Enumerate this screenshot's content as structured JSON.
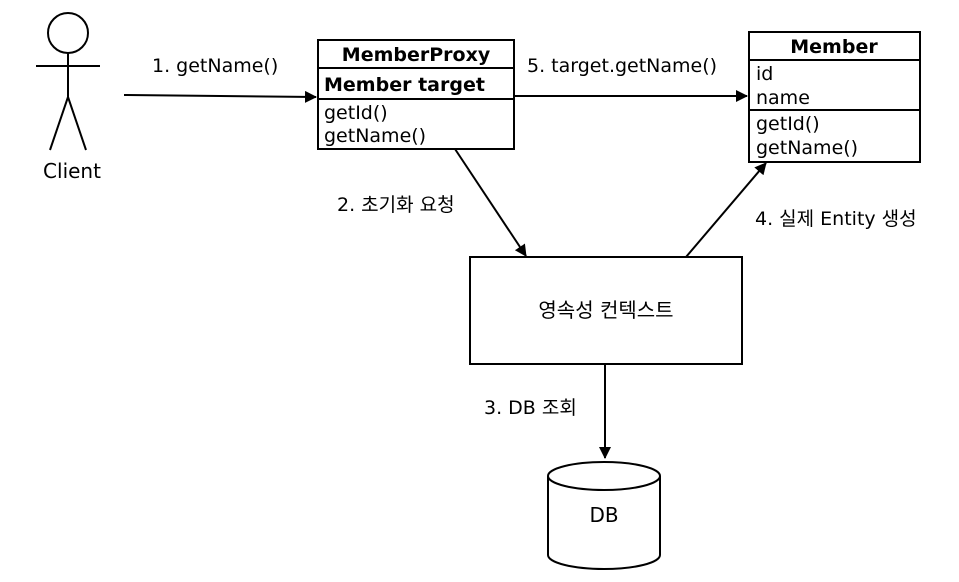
{
  "actor": {
    "label": "Client"
  },
  "proxy": {
    "title": "MemberProxy",
    "fields": [
      "Member target"
    ],
    "methods": [
      "getId()",
      "getName()"
    ]
  },
  "member": {
    "title": "Member",
    "fields": [
      "id",
      "name"
    ],
    "methods": [
      "getId()",
      "getName()"
    ]
  },
  "context": {
    "label": "영속성 컨텍스트"
  },
  "db": {
    "label": "DB"
  },
  "edges": {
    "e1": "1. getName()",
    "e2": "2. 초기화 요청",
    "e3": "3. DB 조회",
    "e4": "4. 실제 Entity 생성",
    "e5": "5. target.getName()"
  }
}
